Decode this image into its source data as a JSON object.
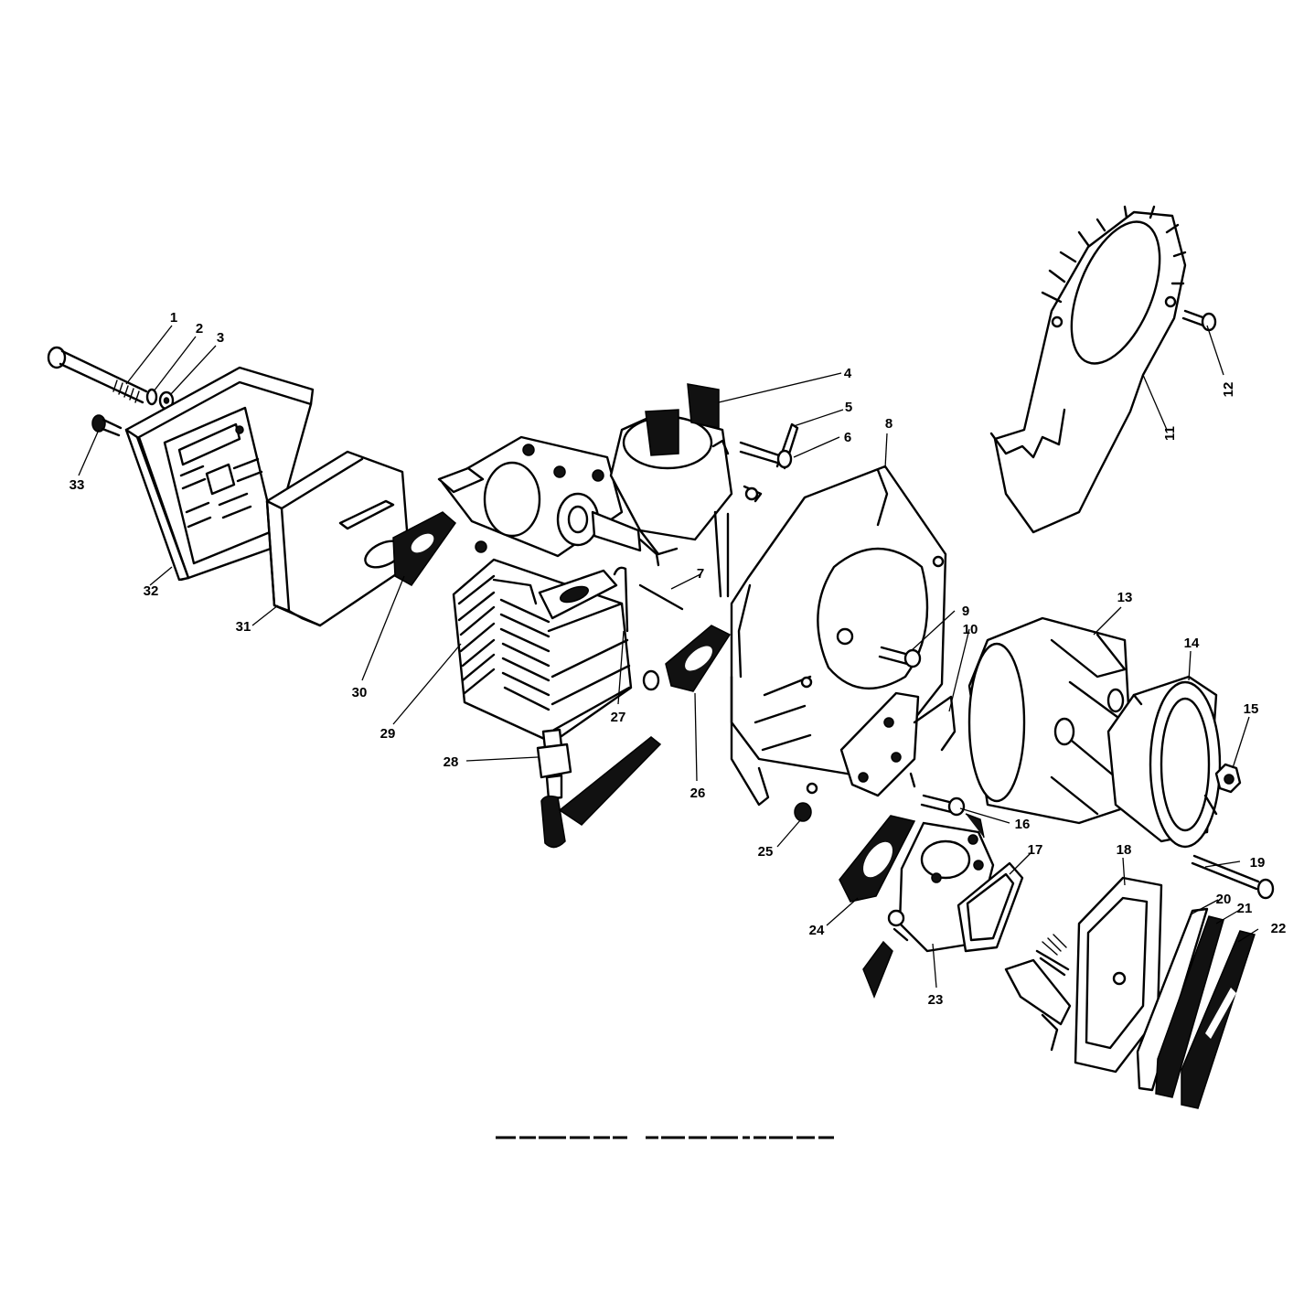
{
  "callouts": [
    {
      "id": "c1",
      "text": "1"
    },
    {
      "id": "c2",
      "text": "2"
    },
    {
      "id": "c3",
      "text": "3"
    },
    {
      "id": "c4",
      "text": "4"
    },
    {
      "id": "c5",
      "text": "5"
    },
    {
      "id": "c6",
      "text": "6"
    },
    {
      "id": "c7",
      "text": "7"
    },
    {
      "id": "c8",
      "text": "8"
    },
    {
      "id": "c9",
      "text": "9"
    },
    {
      "id": "c10",
      "text": "10"
    },
    {
      "id": "c11",
      "text": "11"
    },
    {
      "id": "c12",
      "text": "12"
    },
    {
      "id": "c13",
      "text": "13"
    },
    {
      "id": "c14",
      "text": "14"
    },
    {
      "id": "c15",
      "text": "15"
    },
    {
      "id": "c16",
      "text": "16"
    },
    {
      "id": "c17",
      "text": "17"
    },
    {
      "id": "c18",
      "text": "18"
    },
    {
      "id": "c19",
      "text": "19"
    },
    {
      "id": "c20",
      "text": "20"
    },
    {
      "id": "c21",
      "text": "21"
    },
    {
      "id": "c22",
      "text": "22"
    },
    {
      "id": "c23",
      "text": "23"
    },
    {
      "id": "c24",
      "text": "24"
    },
    {
      "id": "c25",
      "text": "25"
    },
    {
      "id": "c26",
      "text": "26"
    },
    {
      "id": "c27",
      "text": "27"
    },
    {
      "id": "c28",
      "text": "28"
    },
    {
      "id": "c29",
      "text": "29"
    },
    {
      "id": "c30",
      "text": "30"
    },
    {
      "id": "c31",
      "text": "31"
    },
    {
      "id": "c32",
      "text": "32"
    },
    {
      "id": "c33",
      "text": "33"
    }
  ],
  "colors": {
    "line": "#000000",
    "background": "#ffffff"
  }
}
